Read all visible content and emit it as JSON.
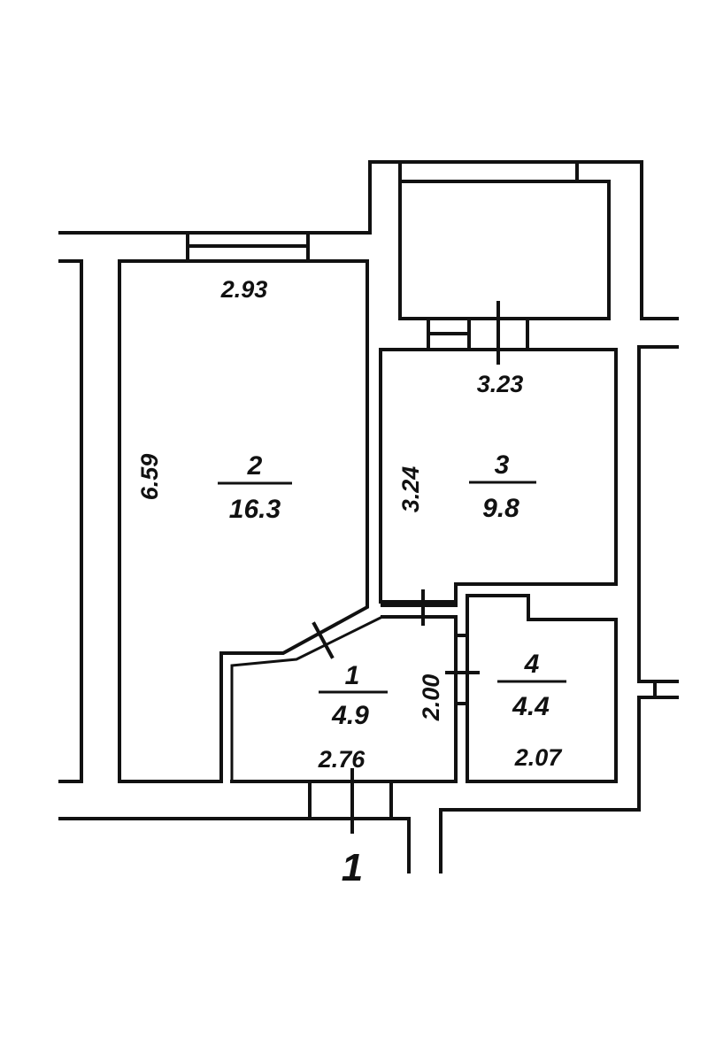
{
  "rooms": [
    {
      "number": "1",
      "area": "4.9"
    },
    {
      "number": "2",
      "area": "16.3"
    },
    {
      "number": "3",
      "area": "9.8"
    },
    {
      "number": "4",
      "area": "4.4"
    }
  ],
  "dimensions": {
    "room2_width": "2.93",
    "room2_length": "6.59",
    "room3_width": "3.23",
    "room3_length": "3.24",
    "room1_width": "2.76",
    "room1_length": "2.00",
    "room4_width": "2.07"
  },
  "entrance_label": "1",
  "colors": {
    "line": "#111111",
    "background": "#ffffff"
  }
}
